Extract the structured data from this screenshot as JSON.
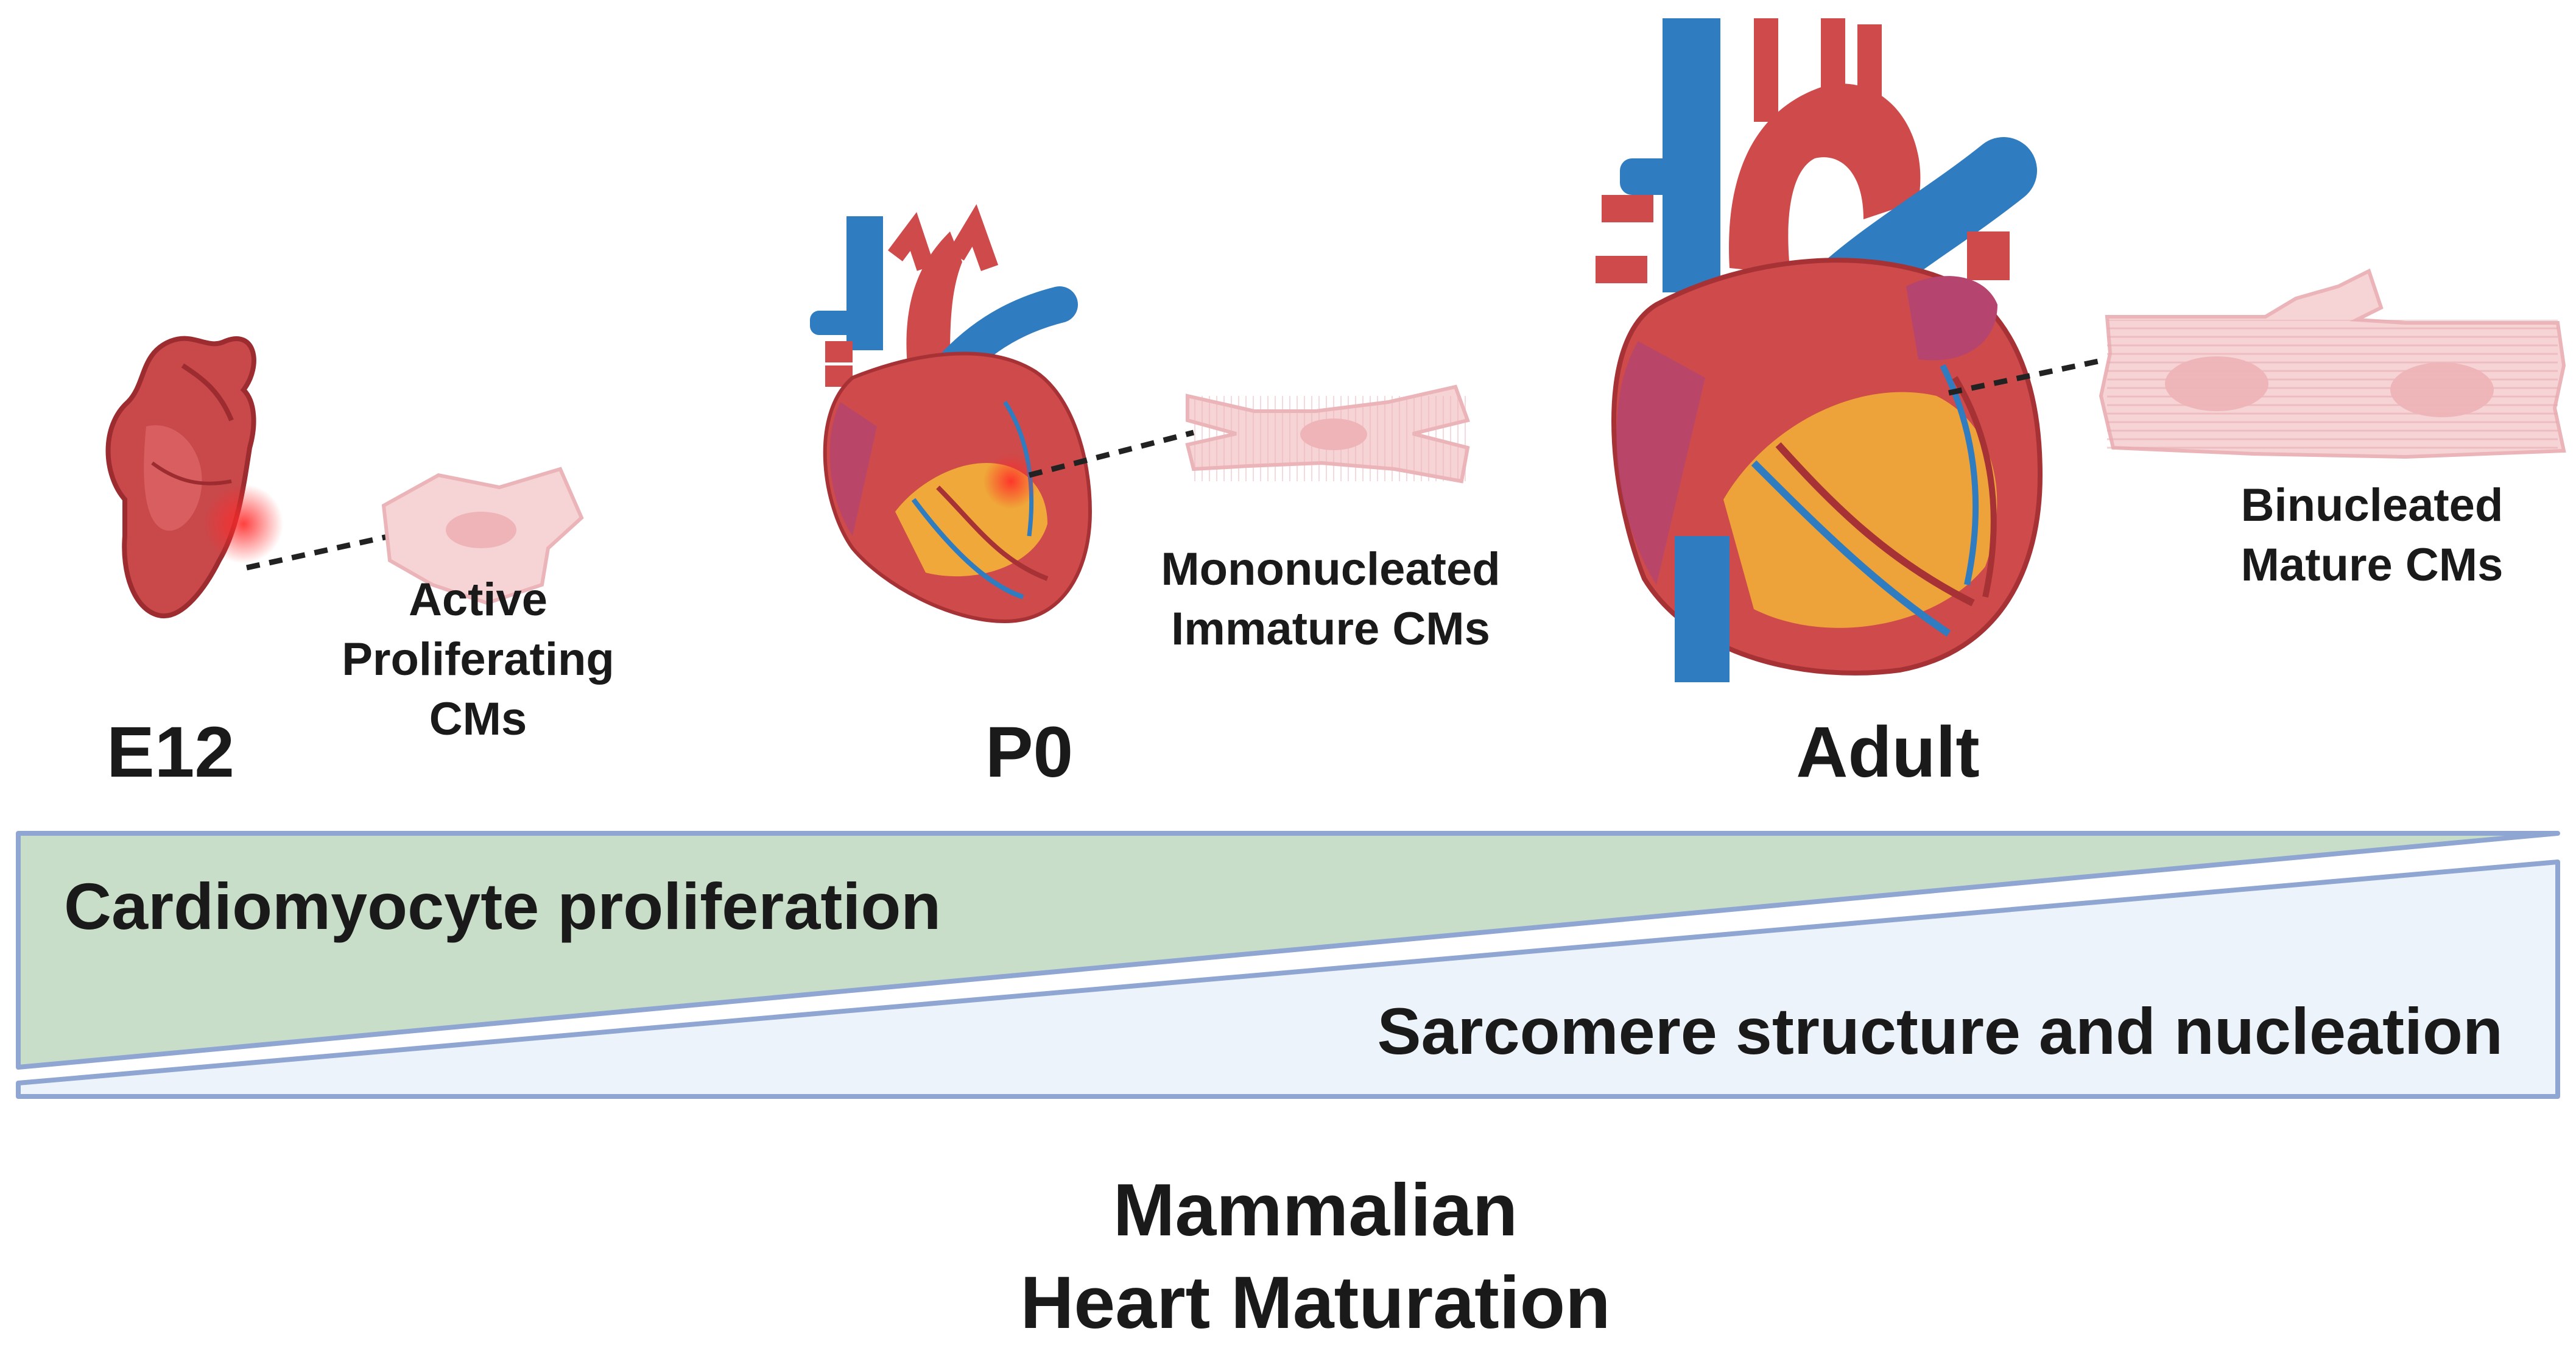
{
  "stages": [
    {
      "label": "E12",
      "cell_lines": [
        "Active",
        "Proliferating",
        "CMs"
      ]
    },
    {
      "label": "P0",
      "cell_lines": [
        "Mononucleated",
        "Immature CMs"
      ]
    },
    {
      "label": "Adult",
      "cell_lines": [
        "Binucleated",
        "Mature CMs"
      ]
    }
  ],
  "gradients": {
    "decreasing": {
      "label": "Cardiomyocyte proliferation",
      "color": "#c9dec9"
    },
    "increasing": {
      "label": "Sarcomere structure and nucleation",
      "color": "#edf3fa"
    },
    "outline_color": "#8fa6d2"
  },
  "title_lines": [
    "Mammalian",
    "Heart Maturation"
  ],
  "colors": {
    "heart_red": "#cf4a4a",
    "vessel_blue": "#2f7cc0",
    "fat_yellow": "#f2b237",
    "cell_pink": "#f6d3d5"
  }
}
